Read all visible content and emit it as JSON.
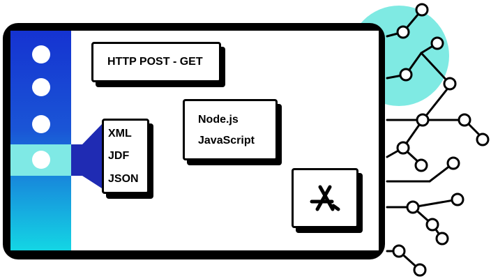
{
  "cards": {
    "http": {
      "label": "HTTP POST - GET"
    },
    "formats": {
      "items": [
        "XML",
        "JDF",
        "JSON"
      ]
    },
    "tech": {
      "items": [
        "Node.js",
        "JavaScript"
      ]
    }
  },
  "icons": {
    "sidebar_dots": [
      "dot-icon",
      "dot-icon",
      "dot-icon",
      "dot-icon"
    ],
    "app": "app-store-icon",
    "decoration": "circuit-network-icon"
  },
  "colors": {
    "sidebar_top": "#1533d1",
    "sidebar_bottom": "#15d4e6",
    "highlight": "#7fe9e5",
    "funnel": "#1f2bb3",
    "accent_circle": "#7feae3",
    "outline": "#000000"
  }
}
